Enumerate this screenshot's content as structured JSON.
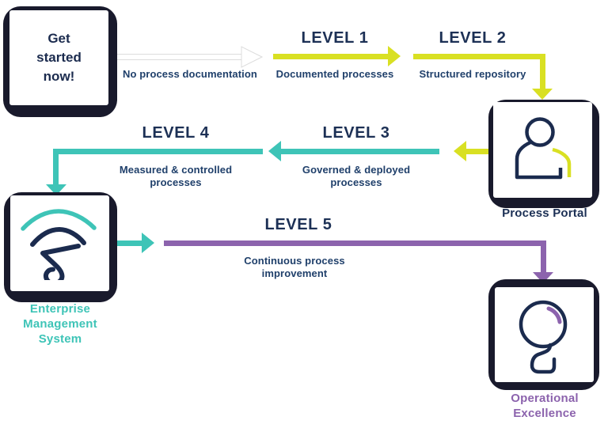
{
  "palette": {
    "navy_text": "#1c3055",
    "caption_navy": "#20406b",
    "yellow": "#d9e023",
    "teal": "#3ec4b7",
    "purple": "#8c63ad",
    "card_shadow": "#191a2c",
    "white_arrow": "#ffffff"
  },
  "nodes": {
    "get_started": {
      "lines": [
        "Get",
        "started",
        "now!"
      ]
    },
    "process_portal": {
      "label": "Process Portal",
      "icon": "person-icon"
    },
    "enterprise_management_system": {
      "lines": [
        "Enterprise",
        "Management",
        "System"
      ],
      "icon": "signal-wave-icon"
    },
    "operational_excellence": {
      "lines": [
        "Operational",
        "Excellence"
      ],
      "icon": "lightbulb-icon"
    }
  },
  "arrows": {
    "start": {
      "caption": "No process documentation",
      "color": "#ffffff"
    },
    "level1": {
      "title": "LEVEL 1",
      "caption": "Documented processes",
      "color": "#d9e023"
    },
    "level2": {
      "title": "LEVEL 2",
      "caption": "Structured repository",
      "color": "#d9e023"
    },
    "level3": {
      "title": "LEVEL 3",
      "caption_lines": [
        "Governed & deployed",
        "processes"
      ],
      "color": "#3ec4b7"
    },
    "level4": {
      "title": "LEVEL 4",
      "caption_lines": [
        "Measured & controlled",
        "processes"
      ],
      "color": "#3ec4b7"
    },
    "level5": {
      "title": "LEVEL 5",
      "caption": "Continuous process improvement",
      "color": "#8c63ad"
    }
  }
}
